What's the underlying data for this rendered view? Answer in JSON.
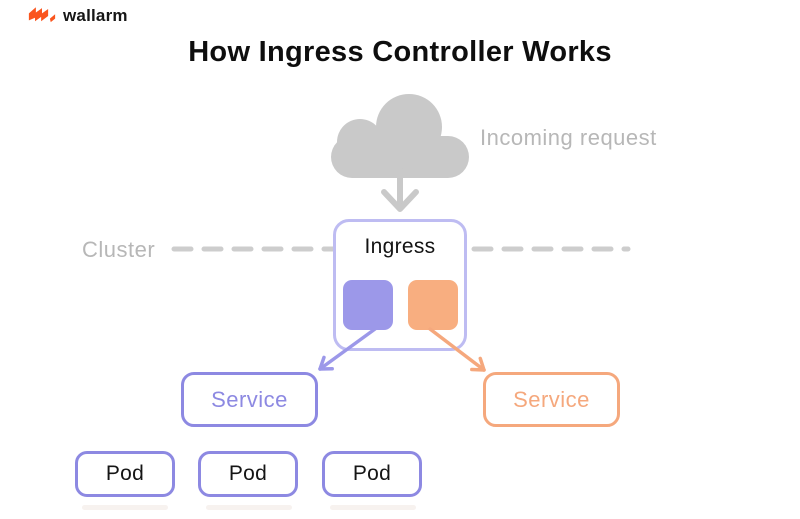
{
  "logo": {
    "brand": "wallarm",
    "color": "#fa551e"
  },
  "title": {
    "text": "How Ingress Controller Works"
  },
  "cloud": {
    "label": "Incoming request"
  },
  "cluster": {
    "label": "Cluster"
  },
  "ingress": {
    "label": "Ingress"
  },
  "services": {
    "left": "Service",
    "right": "Service"
  },
  "pods": [
    "Pod",
    "Pod",
    "Pod"
  ],
  "colors": {
    "purple_border": "#8d89e2",
    "purple_fill": "#9c98e9",
    "orange_border": "#f5a87d",
    "orange_fill": "#f8ae80",
    "ingress_border": "#bebcf2",
    "gray_text": "#b7b7b7",
    "cloud_gray": "#c9c9c9",
    "dash_gray": "#cdcdcd"
  }
}
